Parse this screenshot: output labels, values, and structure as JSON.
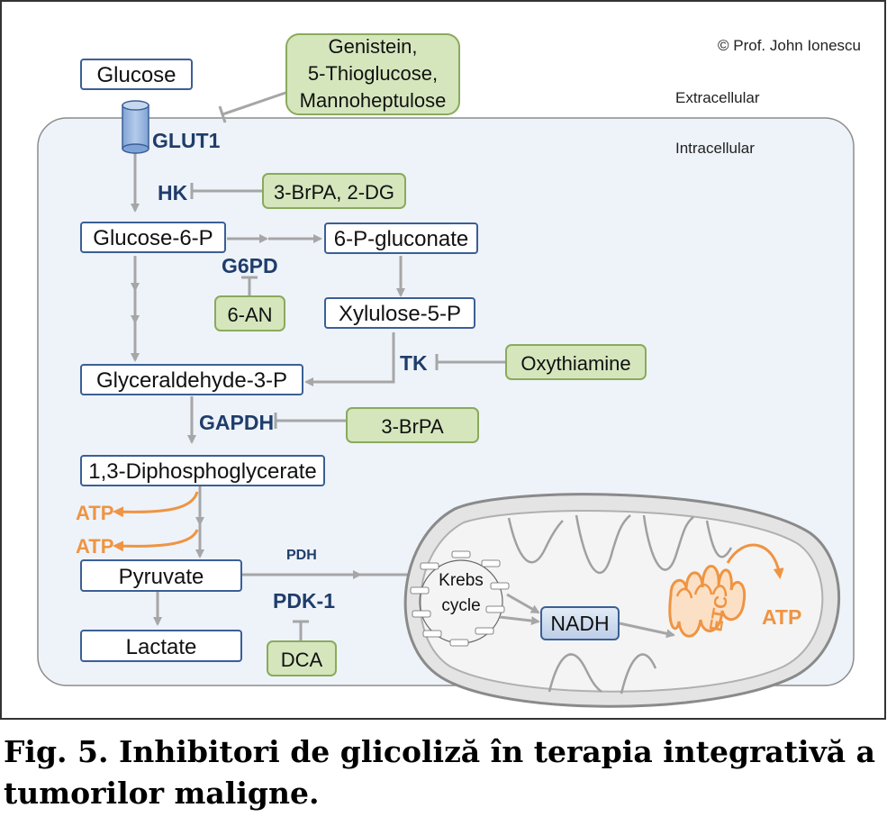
{
  "copyright": "© Prof. John Ionescu",
  "regions": {
    "extracellular": "Extracellular",
    "intracellular": "Intracellular"
  },
  "nodes": {
    "glucose": "Glucose",
    "glucose6p": "Glucose-6-P",
    "gluconate6p": "6-P-gluconate",
    "xylulose5p": "Xylulose-5-P",
    "g3p": "Glyceraldehyde-3-P",
    "dpg": "1,3-Diphosphoglycerate",
    "pyruvate": "Pyruvate",
    "lactate": "Lactate",
    "nadh": "NADH"
  },
  "enzymes": {
    "glut1": "GLUT1",
    "hk": "HK",
    "g6pd": "G6PD",
    "tk": "TK",
    "gapdh": "GAPDH",
    "pdh": "PDH",
    "pdk1": "PDK-1"
  },
  "inhibitors": {
    "glut1_line1": "Genistein,",
    "glut1_line2": "5-Thioglucose,",
    "glut1_line3": "Mannoheptulose",
    "hk": "3-BrPA, 2-DG",
    "g6pd": "6-AN",
    "tk": "Oxythiamine",
    "gapdh": "3-BrPA",
    "pdk1": "DCA"
  },
  "energy": {
    "atp1": "ATP",
    "atp2": "ATP",
    "atp3": "ATP",
    "etc": "ETC"
  },
  "krebs": {
    "line1": "Krebs",
    "line2": "cycle"
  },
  "caption": "Fig. 5. Inhibitori de glicoliză în terapia integrativă a tumorilor maligne.",
  "colors": {
    "enzyme": "#1f3d6b",
    "inhibitor_fill": "#d5e6bd",
    "inhibitor_border": "#8aaa5c",
    "node_border": "#3b5f95",
    "arrow": "#a6a6a6",
    "cell_fill": "#eef3fa",
    "atp": "#ef9442"
  }
}
